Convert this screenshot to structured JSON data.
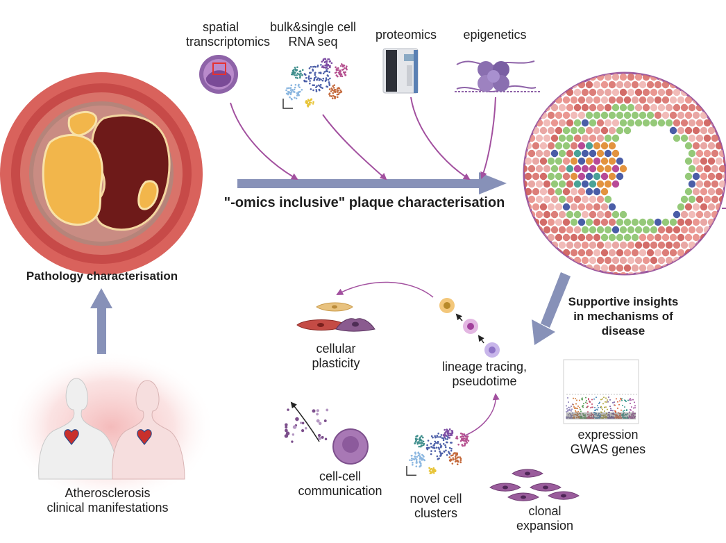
{
  "omics": {
    "spatial": [
      "spatial",
      "transcriptomics"
    ],
    "bulk": [
      "bulk&single cell",
      "RNA seq"
    ],
    "proteomics": "proteomics",
    "epigenetics": "epigenetics"
  },
  "main": {
    "plaque_title": "\"-omics inclusive\" plaque characterisation",
    "pathology": "Pathology characterisation",
    "clinical": [
      "Atherosclerosis",
      "clinical manifestations"
    ],
    "insights": [
      "Supportive insights",
      "in mechanisms of",
      "disease"
    ]
  },
  "analyses": {
    "plasticity": [
      "cellular",
      "plasticity"
    ],
    "lineage": [
      "lineage tracing,",
      "pseudotime"
    ],
    "gwas": [
      "expression",
      "GWAS genes"
    ],
    "communication": [
      "cell-cell",
      "communication"
    ],
    "clusters": [
      "novel cell",
      "clusters"
    ],
    "clonal": [
      "clonal",
      "expansion"
    ]
  },
  "colors": {
    "arrow": "#8791b8",
    "purple_arrow": "#a2509f",
    "artery_outer": "#d9625c",
    "lumen": "#6e1a19",
    "lipid": "#f2b64b"
  }
}
